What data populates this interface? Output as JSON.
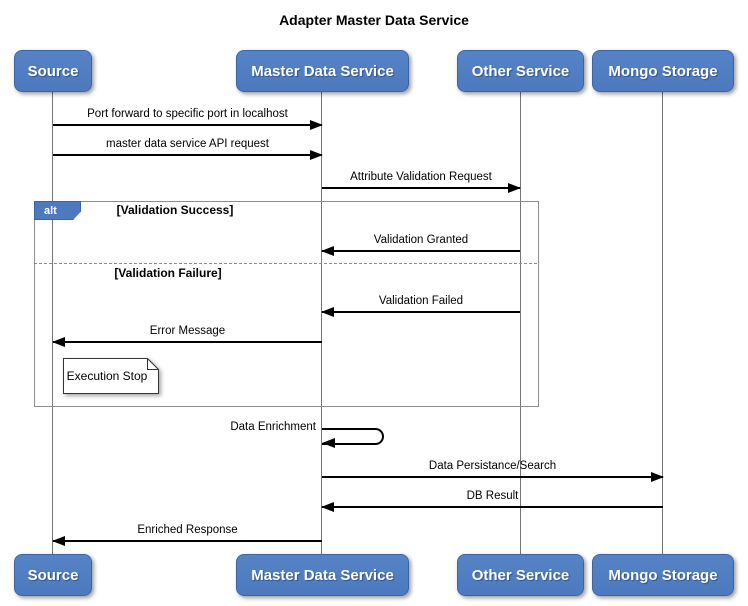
{
  "title": "Adapter Master Data Service",
  "participants": [
    {
      "id": "source",
      "label": "Source"
    },
    {
      "id": "master-data-service",
      "label": "Master Data Service"
    },
    {
      "id": "other-service",
      "label": "Other Service"
    },
    {
      "id": "mongo-storage",
      "label": "Mongo Storage"
    }
  ],
  "messages": [
    {
      "label": "Port forward to specific port in localhost",
      "from": "Source",
      "to": "Master Data Service"
    },
    {
      "label": "master data service API request",
      "from": "Source",
      "to": "Master Data Service"
    },
    {
      "label": "Attribute Validation Request",
      "from": "Master Data Service",
      "to": "Other Service"
    },
    {
      "label": "Validation Granted",
      "from": "Other Service",
      "to": "Master Data Service"
    },
    {
      "label": "Validation Failed",
      "from": "Other Service",
      "to": "Master Data Service"
    },
    {
      "label": "Error Message",
      "from": "Master Data Service",
      "to": "Source"
    },
    {
      "label": "Data Enrichment",
      "from": "Master Data Service",
      "to": "Master Data Service",
      "self": true
    },
    {
      "label": "Data Persistance/Search",
      "from": "Master Data Service",
      "to": "Mongo Storage"
    },
    {
      "label": "DB Result",
      "from": "Mongo Storage",
      "to": "Master Data Service"
    },
    {
      "label": "Enriched Response",
      "from": "Master Data Service",
      "to": "Source"
    }
  ],
  "fragment": {
    "operator": "alt",
    "sections": [
      {
        "guard": "[Validation Success]"
      },
      {
        "guard": "[Validation Failure]"
      }
    ]
  },
  "note": {
    "text": "Execution Stop"
  },
  "colors": {
    "participant-fill": "#4d7abf",
    "pfill-light": "#5583c5",
    "participant-border": "#3c64a3",
    "participant-text": "#ffffff",
    "frame-border": "#8d8d8d",
    "lifeline": "#757575",
    "arrow": "#000000"
  }
}
